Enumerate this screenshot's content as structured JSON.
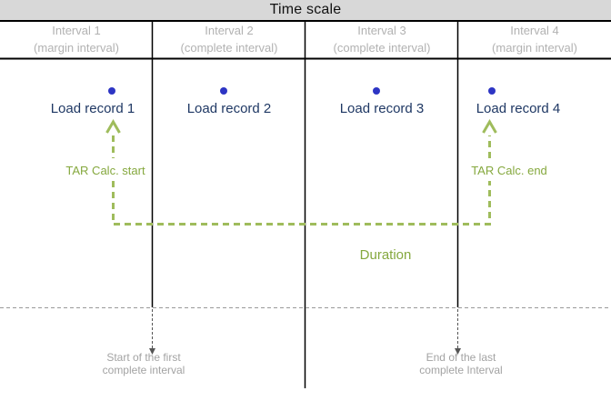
{
  "header": {
    "title": "Time scale"
  },
  "intervals": [
    {
      "name": "Interval 1",
      "kind": "(margin interval)"
    },
    {
      "name": "Interval 2",
      "kind": "(complete interval)"
    },
    {
      "name": "Interval 3",
      "kind": "(complete interval)"
    },
    {
      "name": "Interval 4",
      "kind": "(margin interval)"
    }
  ],
  "load_records": [
    {
      "label": "Load record 1"
    },
    {
      "label": "Load record 2"
    },
    {
      "label": "Load record 3"
    },
    {
      "label": "Load record 4"
    }
  ],
  "annotations": {
    "tar_start": "TAR Calc. start",
    "tar_end": "TAR Calc. end",
    "duration": "Duration",
    "start_marker": [
      "Start of the first",
      "complete interval"
    ],
    "end_marker": [
      "End of the last",
      "complete Interval"
    ]
  },
  "colors": {
    "header_bg": "#d8d8d8",
    "interval_label_gray": "#b2b2b2",
    "record_navy": "#1f3864",
    "dot_blue": "#2d35c4",
    "green_stroke": "#9fbc5c",
    "green_text": "#85a83e",
    "dashed_gray": "#999999",
    "arrow_gray": "#555555",
    "note_gray": "#a3a3a3"
  }
}
